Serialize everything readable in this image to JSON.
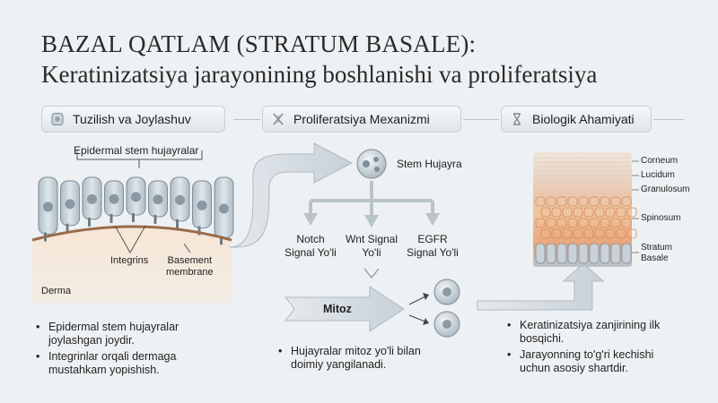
{
  "title": {
    "line1": "BAZAL QATLAM (STRATUM BASALE):",
    "line2": "Keratinizatsiya jarayonining boshlanishi va proliferatsiya"
  },
  "sections": [
    {
      "label": "Tuzilish va Joylashuv",
      "icon": "cell-icon"
    },
    {
      "label": "Proliferatsiya Mexanizmi",
      "icon": "dna-icon"
    },
    {
      "label": "Biologik Ahamiyati",
      "icon": "hourglass-icon"
    }
  ],
  "structure": {
    "stem_cells_label": "Epidermal stem hujayralar",
    "integrins_label": "Integrins",
    "basement_label_1": "Basement",
    "basement_label_2": "membrane",
    "derma_label": "Derma",
    "bullets": [
      {
        "l1": "Epidermal stem hujayralar",
        "l2": "joylashgan joydir."
      },
      {
        "l1": "Integrinlar orqali dermaga",
        "l2": "mustahkam yopishish."
      }
    ]
  },
  "mechanism": {
    "stem_cell_label": "Stem Hujayra",
    "signals": [
      {
        "l1": "Notch",
        "l2": "Signal Yo'li"
      },
      {
        "l1": "Wnt Signal",
        "l2": "Yo'li"
      },
      {
        "l1": "EGFR",
        "l2": "Signal Yo'li"
      }
    ],
    "mitosis_label": "Mitoz",
    "bullets": [
      {
        "l1": "Hujayralar mitoz yo'li bilan",
        "l2": "doimiy yangilanadi."
      }
    ]
  },
  "significance": {
    "layers": [
      "Corneum",
      "Lucidum",
      "Granulosum",
      "Spinosum",
      "Stratum",
      "Basale"
    ],
    "bullets": [
      {
        "l1": "Keratinizatsiya zanjirining ilk",
        "l2": "bosqichi."
      },
      {
        "l1": "Jarayonning to'g'ri kechishi",
        "l2": "uchun asosiy shartdir."
      }
    ]
  }
}
